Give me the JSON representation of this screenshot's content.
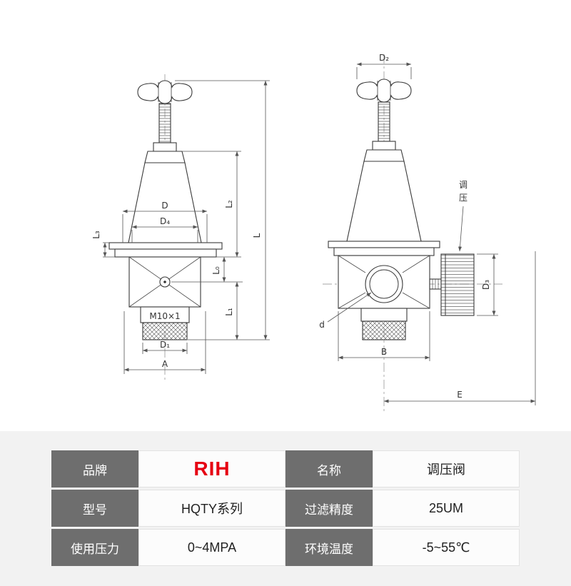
{
  "drawing": {
    "front_view": {
      "dim_d_upper": "D",
      "dim_d4": "D₄",
      "dim_l3": "L₃",
      "dim_l2": "L₂",
      "dim_l": "L",
      "dim_l0": "L₀",
      "dim_l1": "L₁",
      "thread_label": "M10×1",
      "dim_d1": "D₁",
      "dim_a": "A"
    },
    "side_view": {
      "dim_d2": "D₂",
      "adjust_label_char1": "调",
      "adjust_label_char2": "压",
      "dim_d3": "D₃",
      "port_label": "d",
      "dim_b": "B",
      "dim_e": "E"
    }
  },
  "table": {
    "brand_color": "#e60012",
    "rows": [
      {
        "label_left": "品牌",
        "value_left": "RIH",
        "label_right": "名称",
        "value_right": "调压阀"
      },
      {
        "label_left": "型号",
        "value_left": "HQTY系列",
        "label_right": "过滤精度",
        "value_right": "25UM"
      },
      {
        "label_left": "使用压力",
        "value_left": "0~4MPA",
        "label_right": "环境温度",
        "value_right": "-5~55℃"
      }
    ]
  }
}
